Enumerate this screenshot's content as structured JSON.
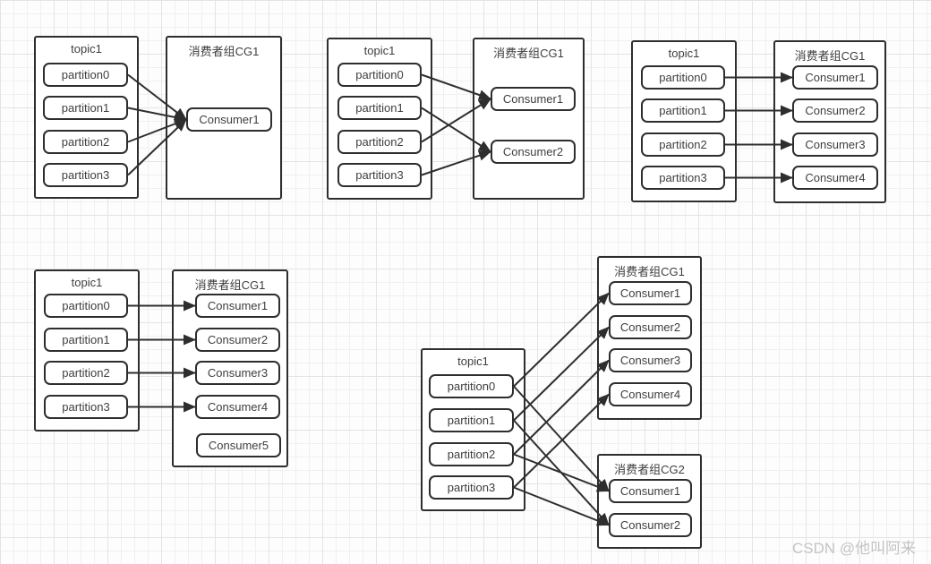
{
  "watermark": {
    "text": "CSDN @他叫阿来"
  },
  "colors": {
    "stroke": "#2e2e2e",
    "text": "#3e3e3e",
    "background": "#fdfdfd",
    "grid_minor": "#f0f0f0",
    "grid_major": "#e4e4e4",
    "watermark": "#c3c3c3"
  },
  "diagrams": [
    {
      "topic": {
        "title": "topic1",
        "partitions": [
          "partition0",
          "partition1",
          "partition2",
          "partition3"
        ]
      },
      "groups": [
        {
          "title": "消费者组CG1",
          "consumers": [
            "Consumer1"
          ]
        }
      ]
    },
    {
      "topic": {
        "title": "topic1",
        "partitions": [
          "partition0",
          "partition1",
          "partition2",
          "partition3"
        ]
      },
      "groups": [
        {
          "title": "消费者组CG1",
          "consumers": [
            "Consumer1",
            "Consumer2"
          ]
        }
      ]
    },
    {
      "topic": {
        "title": "topic1",
        "partitions": [
          "partition0",
          "partition1",
          "partition2",
          "partition3"
        ]
      },
      "groups": [
        {
          "title": "消费者组CG1",
          "consumers": [
            "Consumer1",
            "Consumer2",
            "Consumer3",
            "Consumer4"
          ]
        }
      ]
    },
    {
      "topic": {
        "title": "topic1",
        "partitions": [
          "partition0",
          "partition1",
          "partition2",
          "partition3"
        ]
      },
      "groups": [
        {
          "title": "消费者组CG1",
          "consumers": [
            "Consumer1",
            "Consumer2",
            "Consumer3",
            "Consumer4",
            "Consumer5"
          ]
        }
      ]
    },
    {
      "topic": {
        "title": "topic1",
        "partitions": [
          "partition0",
          "partition1",
          "partition2",
          "partition3"
        ]
      },
      "groups": [
        {
          "title": "消费者组CG1",
          "consumers": [
            "Consumer1",
            "Consumer2",
            "Consumer3",
            "Consumer4"
          ]
        },
        {
          "title": "消费者组CG2",
          "consumers": [
            "Consumer1",
            "Consumer2"
          ]
        }
      ]
    }
  ],
  "edges": [
    {
      "from": "d1p0",
      "to": "d1g0c0"
    },
    {
      "from": "d1p1",
      "to": "d1g0c0"
    },
    {
      "from": "d1p2",
      "to": "d1g0c0"
    },
    {
      "from": "d1p3",
      "to": "d1g0c0"
    },
    {
      "from": "d2p0",
      "to": "d2g0c0"
    },
    {
      "from": "d2p1",
      "to": "d2g0c1"
    },
    {
      "from": "d2p2",
      "to": "d2g0c0"
    },
    {
      "from": "d2p3",
      "to": "d2g0c1"
    },
    {
      "from": "d3p0",
      "to": "d3g0c0"
    },
    {
      "from": "d3p1",
      "to": "d3g0c1"
    },
    {
      "from": "d3p2",
      "to": "d3g0c2"
    },
    {
      "from": "d3p3",
      "to": "d3g0c3"
    },
    {
      "from": "d4p0",
      "to": "d4g0c0"
    },
    {
      "from": "d4p1",
      "to": "d4g0c1"
    },
    {
      "from": "d4p2",
      "to": "d4g0c2"
    },
    {
      "from": "d4p3",
      "to": "d4g0c3"
    },
    {
      "from": "d5p0",
      "to": "d5g0c0"
    },
    {
      "from": "d5p1",
      "to": "d5g0c1"
    },
    {
      "from": "d5p2",
      "to": "d5g0c2"
    },
    {
      "from": "d5p3",
      "to": "d5g0c3"
    },
    {
      "from": "d5p0",
      "to": "d5g1c0"
    },
    {
      "from": "d5p1",
      "to": "d5g1c1"
    },
    {
      "from": "d5p2",
      "to": "d5g1c0"
    },
    {
      "from": "d5p3",
      "to": "d5g1c1"
    }
  ]
}
